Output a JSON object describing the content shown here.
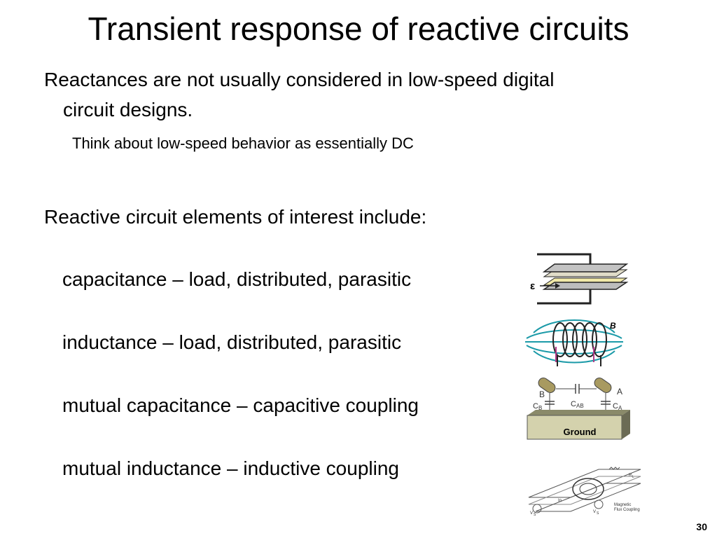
{
  "title": "Transient response of reactive circuits",
  "bullet1_line1": "Reactances are not usually considered in low-speed digital",
  "bullet1_line2": "circuit designs.",
  "sub_bullet": "Think about low-speed behavior as essentially DC",
  "bullet2": "Reactive circuit elements of interest include:",
  "items": [
    "capacitance – load, distributed, parasitic",
    "inductance – load, distributed, parasitic",
    "mutual capacitance –  capacitive coupling",
    "mutual inductance – inductive coupling"
  ],
  "figures": {
    "capacitor_epsilon": "ε",
    "inductor_field": "B",
    "coupling_labels": [
      "B",
      "A",
      "C",
      "B",
      "C",
      "AB",
      "C",
      "A"
    ],
    "ground_label": "Ground",
    "mutual_labels": [
      "R",
      "L",
      "Magnetic",
      "Flux Coupling",
      "V",
      "S",
      "V",
      "S",
      "In"
    ]
  },
  "page_number": "30"
}
